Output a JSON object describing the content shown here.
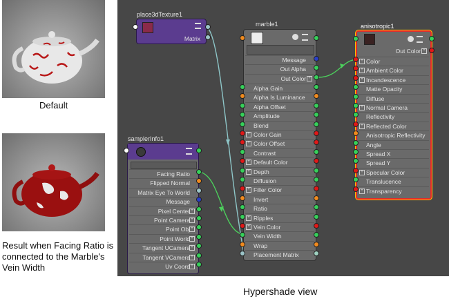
{
  "left_panel": {
    "caption_default": "Default",
    "caption_result": "Result when Facing Ratio is connected to the Marble's Vein Width"
  },
  "bottom_caption": "Hypershade view",
  "nodes": {
    "place3d": {
      "title": "place3dTexture1",
      "attrs": [
        "Matrix"
      ]
    },
    "sampler": {
      "title": "samplerInfo1",
      "attrs": [
        "Facing Ratio",
        "Flipped Normal",
        "Matrix Eye To World",
        "Message",
        "Pixel Center",
        "Point Camera",
        "Point Obj",
        "Point World",
        "Tangent UCamera",
        "Tangent VCamera",
        "Uv Coord"
      ]
    },
    "marble": {
      "title": "marble1",
      "outputs": [
        "Message",
        "Out Alpha",
        "Out Color"
      ],
      "inputs": [
        "Alpha Gain",
        "Alpha Is Luminance",
        "Alpha Offset",
        "Amplitude",
        "Blend",
        "Color Gain",
        "Color Offset",
        "Contrast",
        "Default Color",
        "Depth",
        "Diffusion",
        "Filler Color",
        "Invert",
        "Ratio",
        "Ripples",
        "Vein Color",
        "Vein Width",
        "Wrap",
        "Placement Matrix"
      ]
    },
    "aniso": {
      "title": "anisotropic1",
      "outputs": [
        "Out Color"
      ],
      "inputs": [
        "Color",
        "Ambient Color",
        "Incandescence",
        "Matte Opacity",
        "Diffuse",
        "Normal Camera",
        "Reflectivity",
        "Reflected Color",
        "Anisotropic Reflectivity",
        "Angle",
        "Spread X",
        "Spread Y",
        "Specular Color",
        "Translucence",
        "Transparency"
      ]
    }
  },
  "colors": {
    "background": "#474747",
    "node_body": "#6a6a6a",
    "sampler_header": "#5b3c8f",
    "selection_outline": "#e22b2b",
    "connection": "#7fd6c4"
  }
}
